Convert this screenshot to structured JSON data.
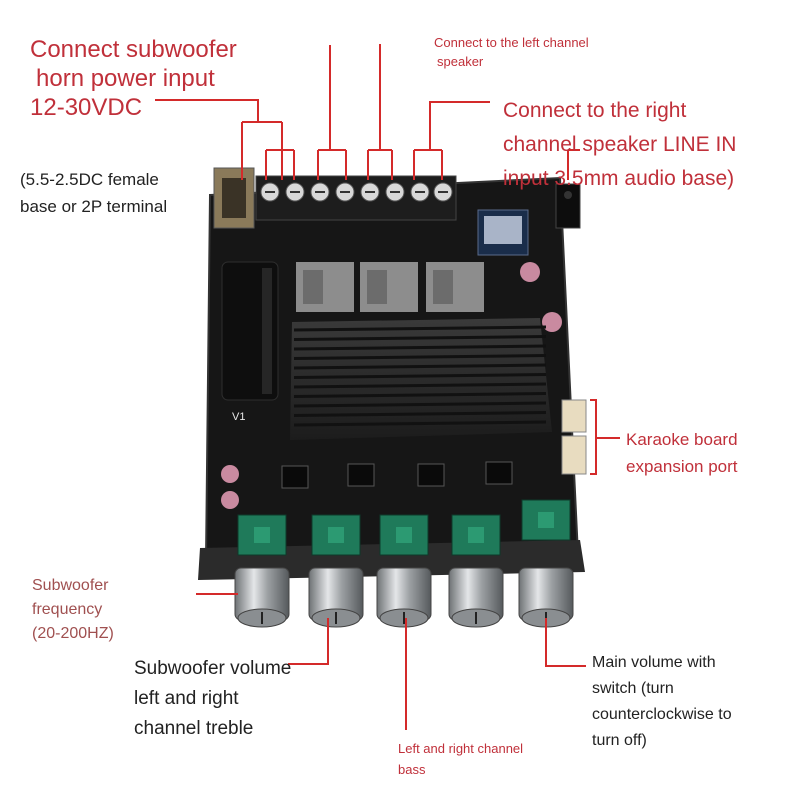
{
  "colors": {
    "callout_line": "#d42a2a",
    "callout_text": "#c0303a",
    "dark_text": "#222222",
    "board": "#141414",
    "heatsink": "#2a2a2a",
    "knob": "#b9bcbf",
    "pot_green": "#1f7a5a"
  },
  "labels": {
    "power": [
      "Connect subwoofer",
      "horn power input",
      "12-30VDC"
    ],
    "power_note": [
      "(5.5-2.5DC female",
      "base or 2P terminal"
    ],
    "left_speaker": [
      "Connect to the left channel",
      "speaker"
    ],
    "right_speaker": [
      "Connect to the right",
      "channel speaker LINE IN",
      "input 3.5mm audio base)"
    ],
    "karaoke": [
      "Karaoke board",
      "expansion port"
    ],
    "sub_freq": [
      "Subwoofer",
      "frequency",
      "(20-200HZ)"
    ],
    "sub_volume": [
      "Subwoofer volume",
      "left and right",
      "channel treble"
    ],
    "bass": [
      "Left and right channel",
      "bass"
    ],
    "main_volume": [
      "Main volume with",
      "switch (turn",
      "counterclockwise to",
      "turn off)"
    ]
  },
  "board_markings": {
    "version": "V1"
  },
  "icons": [
    "bluetooth-module",
    "audio-jack",
    "terminal-screw",
    "rotary-knob",
    "potentiometer",
    "capacitor",
    "heatsink"
  ]
}
